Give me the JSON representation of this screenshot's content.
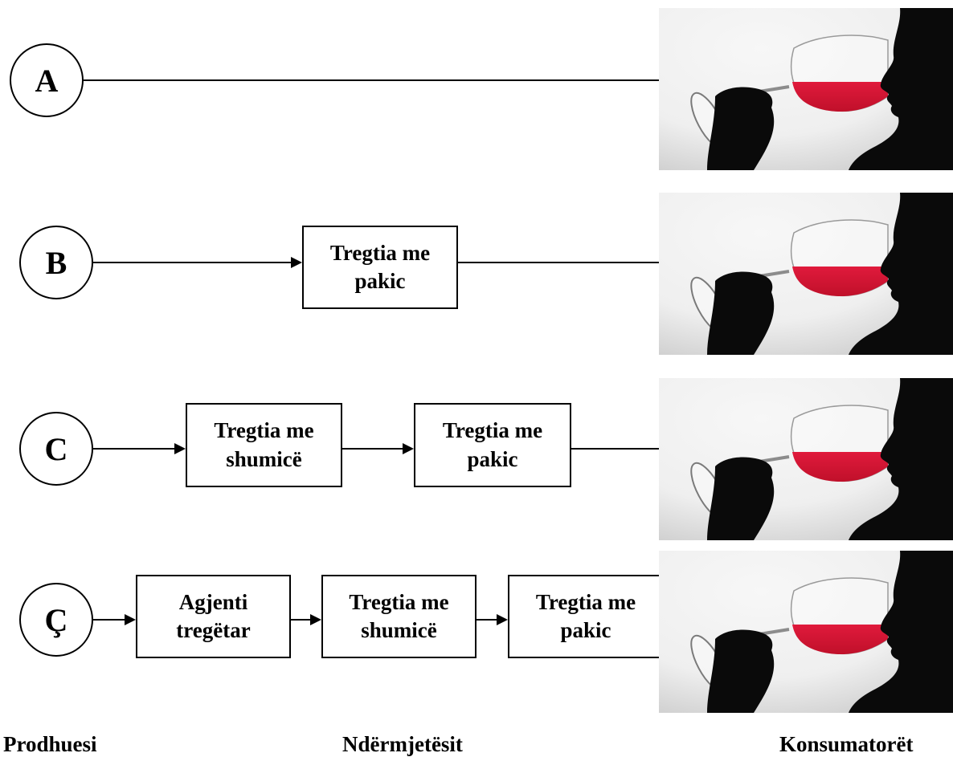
{
  "rows": [
    {
      "label": "A",
      "boxes": []
    },
    {
      "label": "B",
      "boxes": [
        "Tregtia me\npakic"
      ]
    },
    {
      "label": "C",
      "boxes": [
        "Tregtia me\nshumicë",
        "Tregtia me\npakic"
      ]
    },
    {
      "label": "Ç",
      "boxes": [
        "Agjenti\ntregëtar",
        "Tregtia me\nshumicë",
        "Tregtia me\npakic"
      ]
    }
  ],
  "footer": {
    "producer": "Prodhuesi",
    "intermediaries": "Ndërmjetësit",
    "consumers": "Konsumatorët"
  },
  "colors": {
    "wine": "#c0102a",
    "silhouette": "#0a0a0a",
    "background_light": "#efefef"
  },
  "image_subject": "wine-tasting-silhouette"
}
